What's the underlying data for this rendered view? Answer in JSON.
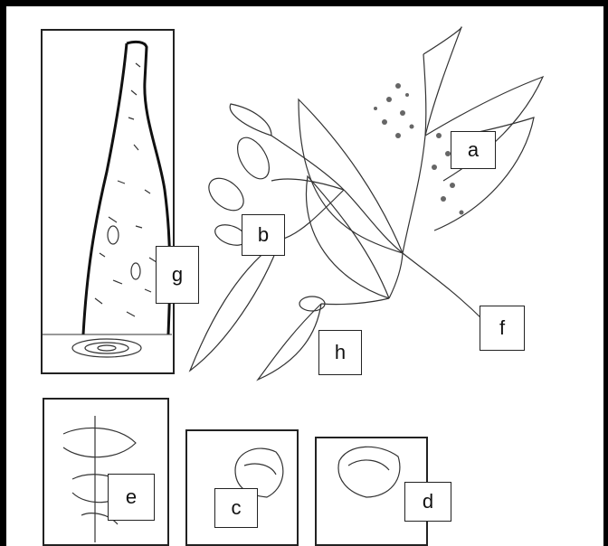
{
  "figure": {
    "labels": {
      "a": "a",
      "b": "b",
      "c": "c",
      "d": "d",
      "e": "e",
      "f": "f",
      "g": "g",
      "h": "h"
    }
  }
}
